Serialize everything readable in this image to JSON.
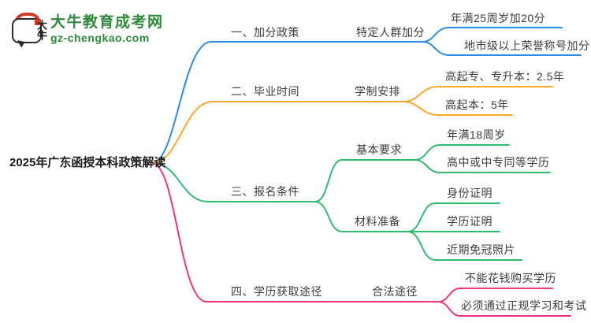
{
  "logo": {
    "title": "大牛教育成考网",
    "domain": "gz-chengkao.com",
    "mark_text": "大牛"
  },
  "colors": {
    "branch1_blue": "#2b8ce8",
    "branch2_orange": "#ffa72b",
    "branch3_green": "#2ebd6e",
    "branch4_pink": "#f4357e",
    "logo_green": "#2e8b3c",
    "seal_red": "#cf3a2b",
    "root_text": "#1a1a1a",
    "node_text": "#3c3c3c"
  },
  "mindmap": {
    "root": "2025年广东函授本科政策解读",
    "branches": [
      {
        "label": "一、加分政策",
        "subs": [
          {
            "label": "特定人群加分",
            "leaves": [
              "年满25周岁加20分",
              "地市级以上荣誉称号加分"
            ]
          }
        ]
      },
      {
        "label": "二、毕业时间",
        "subs": [
          {
            "label": "学制安排",
            "leaves": [
              "高起专、专升本：2.5年",
              "高起本：5年"
            ]
          }
        ]
      },
      {
        "label": "三、报名条件",
        "subs": [
          {
            "label": "基本要求",
            "leaves": [
              "年满18周岁",
              "高中或中专同等学历"
            ]
          },
          {
            "label": "材料准备",
            "leaves": [
              "身份证明",
              "学历证明",
              "近期免冠照片"
            ]
          }
        ]
      },
      {
        "label": "四、学历获取途径",
        "subs": [
          {
            "label": "合法途径",
            "leaves": [
              "不能花钱购买学历",
              "必须通过正规学习和考试"
            ]
          }
        ]
      }
    ]
  }
}
